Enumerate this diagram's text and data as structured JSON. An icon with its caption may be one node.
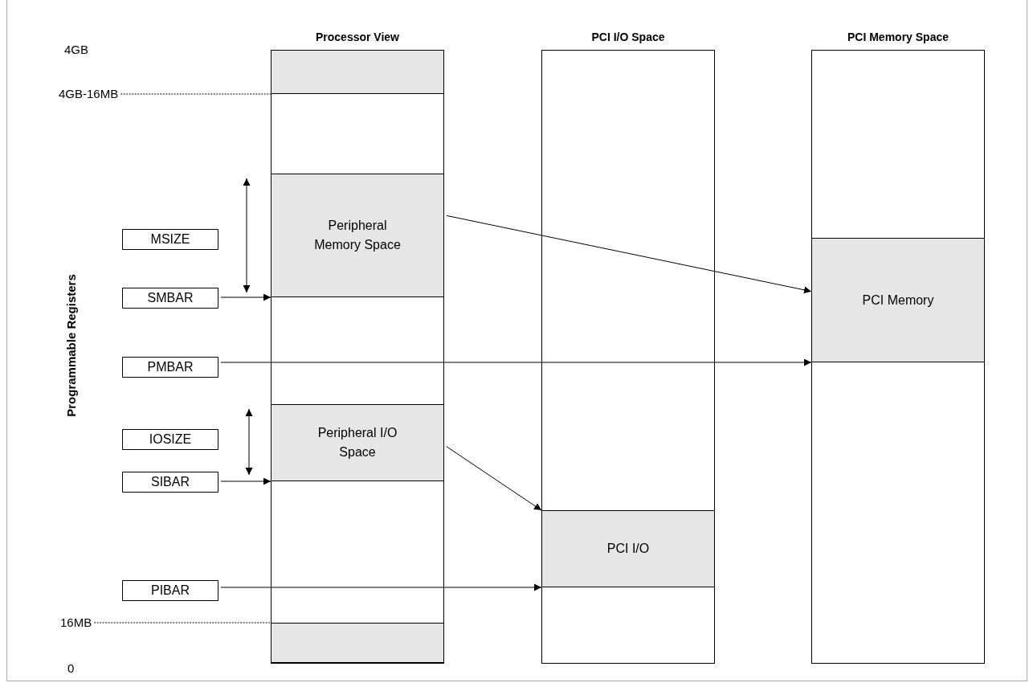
{
  "diagram": {
    "nodes": [
      {
        "text": [
          "Processor View"
        ]
      },
      {
        "text": [],
        "shape": "box",
        "in": 0
      },
      {
        "text": [
          "Peripheral Memory Space"
        ],
        "in": 0
      },
      {
        "text": [
          "Peripheral I/O Space"
        ],
        "in": 0
      },
      {
        "text": [],
        "shape": "box",
        "in": 0
      },
      {
        "text": [
          "PCI I/O Space"
        ]
      },
      {
        "text": [
          "PCI I/O"
        ],
        "in": 5
      },
      {
        "text": [
          "PCI Memory Space"
        ]
      },
      {
        "text": [
          "PCI Memory"
        ],
        "in": 7
      },
      {
        "text": [
          "4GB-16MB"
        ]
      },
      {
        "text": [
          "MSIZE"
        ]
      },
      {
        "text": [
          "SMBAR"
        ]
      },
      {
        "text": [
          "PMBAR"
        ]
      },
      {
        "text": [
          "IOSIZE"
        ]
      },
      {
        "text": [
          "SIBAR"
        ]
      },
      {
        "text": [
          "PIBAR"
        ]
      },
      {
        "text": [
          "16MB"
        ]
      }
    ],
    "edges": [
      {
        "from": 9,
        "to": 1,
        "arrow": "none",
        "style": "dashed"
      },
      {
        "from": 2,
        "to": 8,
        "arrow": "to"
      },
      {
        "from": 11,
        "to": 2,
        "arrow": "to"
      },
      {
        "from": 12,
        "to": 8,
        "arrow": "to"
      },
      {
        "from": 3,
        "to": 6,
        "arrow": "to"
      },
      {
        "from": 14,
        "to": 3,
        "arrow": "to"
      },
      {
        "from": 15,
        "to": 6,
        "arrow": "to"
      },
      {
        "from": 16,
        "to": 4,
        "arrow": "none",
        "style": "dashed"
      }
    ],
    "labels": [
      "4GB",
      "Programmable Registers",
      "0"
    ]
  }
}
